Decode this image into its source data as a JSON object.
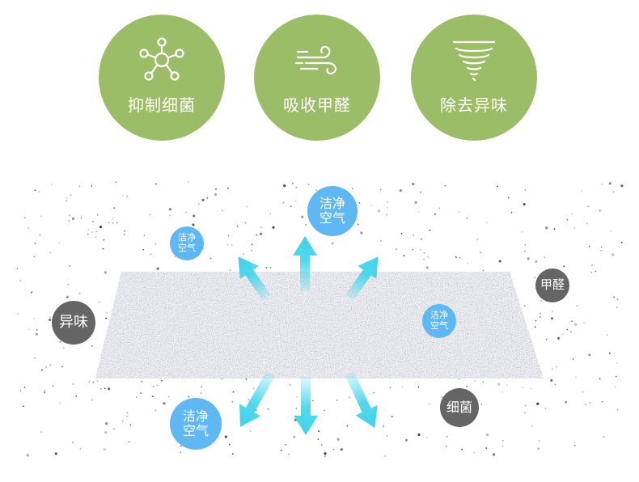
{
  "features": [
    {
      "label": "抑制细菌",
      "icon": "molecule-icon"
    },
    {
      "label": "吸收甲醛",
      "icon": "wind-icon"
    },
    {
      "label": "除去异味",
      "icon": "tornado-icon"
    }
  ],
  "bubbles": {
    "clean_top": {
      "line1": "洁净",
      "line2": "空气"
    },
    "clean_small_left": {
      "line1": "洁净",
      "line2": "空气"
    },
    "clean_small_right": {
      "line1": "洁净",
      "line2": "空气"
    },
    "clean_bottom": {
      "line1": "洁净",
      "line2": "空气"
    },
    "odor": "异味",
    "formaldehyde": "甲醛",
    "bacteria": "细菌"
  },
  "colors": {
    "feature_green": "#9cbd68",
    "clean_air_blue": "#5fb8f2",
    "pollutant_gray": "#656565",
    "arrow_cyan": "#3fd3ea"
  }
}
